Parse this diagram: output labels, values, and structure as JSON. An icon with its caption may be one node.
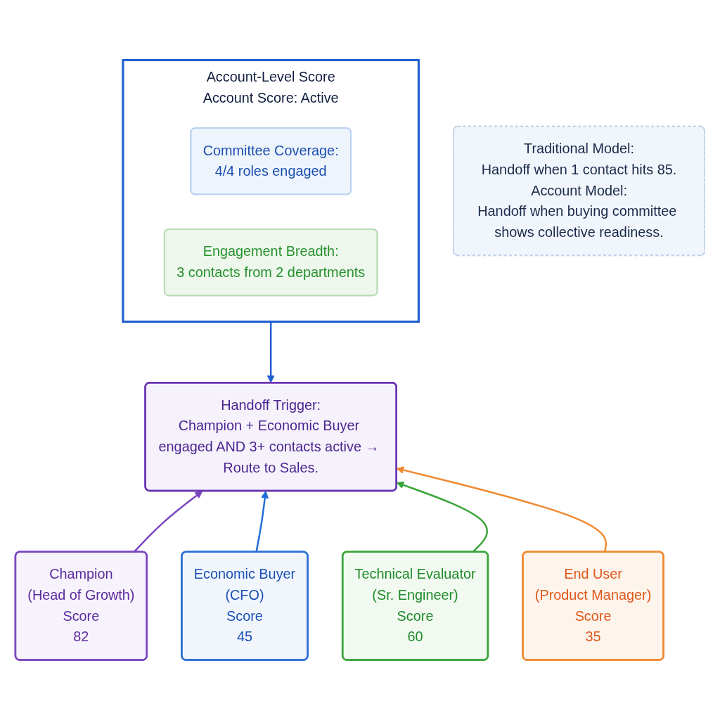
{
  "diagram": {
    "nodes": [
      {
        "text": [
          "Account-Level Score",
          "Account Score: Active"
        ]
      },
      {
        "text": [
          "Committee Coverage:",
          "4/4 roles engaged"
        ],
        "in": 0
      },
      {
        "text": [
          "Engagement Breadth:",
          "3 contacts from 2 departments"
        ],
        "in": 0
      },
      {
        "text": [
          "Handoff Trigger:",
          "Champion + Economic Buyer engaged AND 3+ contacts active → Route to Sales."
        ]
      },
      {
        "text": [
          "Champion",
          "(Head of Growth)",
          "Score",
          "82"
        ]
      },
      {
        "text": [
          "Economic Buyer",
          "(CFO)",
          "Score",
          "45"
        ]
      },
      {
        "text": [
          "Technical Evaluator",
          "(Sr. Engineer)",
          "Score",
          "60"
        ]
      },
      {
        "text": [
          "End User",
          "(Product Manager)",
          "Score",
          "35"
        ]
      },
      {
        "text": [
          "Traditional Model:",
          "Handoff when 1 contact hits 85.",
          "Account Model:",
          "Handoff when buying committee shows collective readiness."
        ]
      }
    ],
    "edges": [
      {
        "from": 0,
        "to": 3,
        "arrow": "to",
        "color": "#1f5fcf"
      },
      {
        "from": 4,
        "to": 3,
        "arrow": "to",
        "color": "#7a45c0"
      },
      {
        "from": 5,
        "to": 3,
        "arrow": "to",
        "color": "#1f6fd6"
      },
      {
        "from": 6,
        "to": 3,
        "arrow": "to",
        "color": "#3aa53a"
      },
      {
        "from": 7,
        "to": 3,
        "arrow": "to",
        "color": "#f08a30"
      }
    ]
  }
}
